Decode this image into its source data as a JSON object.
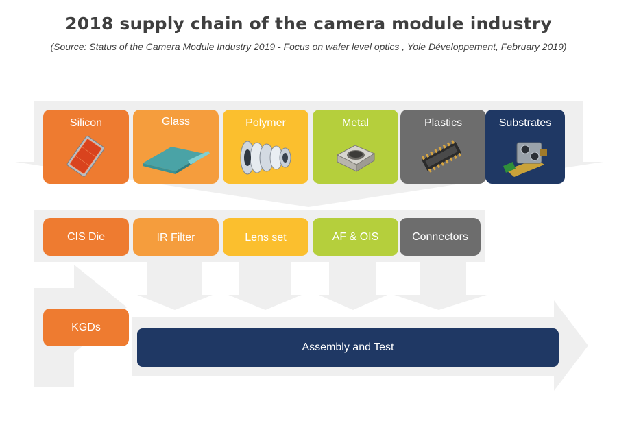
{
  "title": "2018 supply chain of the camera module industry",
  "subtitle": "(Source: Status of the Camera Module Industry 2019 - Focus on wafer level optics , Yole Développement, February 2019)",
  "materials": [
    {
      "label": "Silicon",
      "icon": "silicon-wafer-icon",
      "color": "#ee7b30"
    },
    {
      "label": "Glass",
      "icon": "glass-sheet-icon",
      "color": "#f59d3d"
    },
    {
      "label": "Polymer",
      "icon": "lens-barrel-icon",
      "color": "#fbbf2e"
    },
    {
      "label": "Metal",
      "icon": "metal-frame-icon",
      "color": "#b5cf3c"
    },
    {
      "label": "Plastics",
      "icon": "connector-chip-icon",
      "color": "#6d6d6d"
    },
    {
      "label": "Substrates",
      "icon": "camera-board-icon",
      "color": "#1f3864"
    }
  ],
  "components": [
    {
      "label": "CIS Die"
    },
    {
      "label": "IR Filter"
    },
    {
      "label": "Lens set"
    },
    {
      "label": "AF & OIS"
    },
    {
      "label": "Connectors"
    }
  ],
  "kgd": {
    "label": "KGDs"
  },
  "assembly": {
    "label": "Assembly and Test"
  },
  "colors": {
    "arrow_gray": "#efefef",
    "navy": "#1f3864"
  }
}
